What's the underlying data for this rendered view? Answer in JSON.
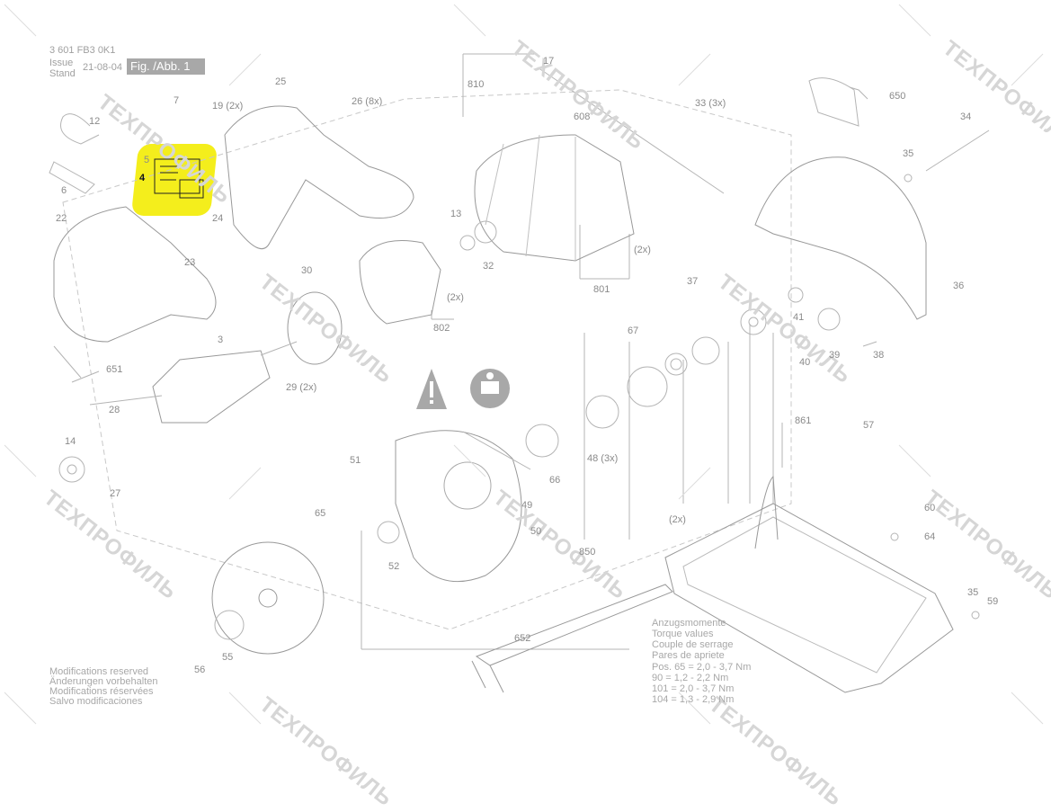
{
  "header": {
    "doc_number": "3 601 FB3 0K1",
    "issue_label": "Issue",
    "stand_label": "Stand",
    "date": "21-08-04",
    "figure": "Fig. /Abb. 1"
  },
  "watermark": "TEХПРОФИЛЬ",
  "selected_part": "4",
  "highlight_color": "#f4ee1c",
  "part_labels": [
    "7",
    "19 (2x)",
    "25",
    "26 (8x)",
    "17",
    "810",
    "608",
    "33 (3x)",
    "650",
    "12",
    "34",
    "35",
    "5",
    "4",
    "6",
    "22",
    "24",
    "13",
    "23",
    "30",
    "32",
    "(2x)",
    "801",
    "37",
    "41",
    "39",
    "38",
    "40",
    "36",
    "(2x)",
    "802",
    "3",
    "651",
    "67",
    "29 (2x)",
    "28",
    "14",
    "27",
    "861",
    "57",
    "51",
    "65",
    "49",
    "66",
    "48 (3x)",
    "(2x)",
    "60",
    "64",
    "50",
    "52",
    "850",
    "35",
    "59",
    "652",
    "56",
    "55"
  ],
  "footer": {
    "notes": [
      "Modifications reserved",
      "Änderungen vorbehalten",
      "Modifications réservées",
      "Salvo modificaciones"
    ]
  },
  "torque": {
    "titles": [
      "Anzugsmomente",
      "Torque values",
      "Couple de serrage",
      "Pares de apriete"
    ],
    "rows": [
      "Pos. 65 = 2,0 - 3,7 Nm",
      "90 = 1,2 - 2,2 Nm",
      "101 = 2,0 - 3,7 Nm",
      "104 = 1,3 - 2,9 Nm"
    ]
  }
}
